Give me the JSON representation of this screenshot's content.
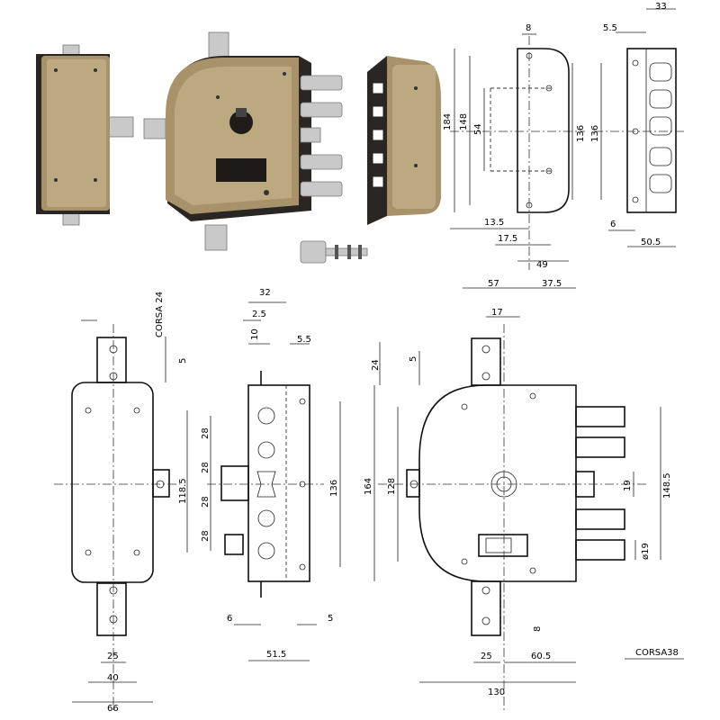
{
  "dims_top_front": {
    "d8": "8",
    "d148": "148",
    "d184": "184",
    "d54": "54",
    "d136": "136",
    "d13_5": "13.5",
    "d17_5": "17.5",
    "d49": "49"
  },
  "dims_top_side": {
    "d33": "33",
    "d5_5": "5.5",
    "d136": "136",
    "d6": "6",
    "d50_5": "50.5"
  },
  "dims_keeper": {
    "corsa": "CORSA 24",
    "d5": "5",
    "d118_5": "118.5",
    "d25": "25",
    "d40": "40",
    "d66": "66"
  },
  "dims_middle": {
    "d32": "32",
    "d2_5": "2.5",
    "d10": "10",
    "d5_5": "5.5",
    "d28a": "28",
    "d28b": "28",
    "d28c": "28",
    "d28d": "28",
    "d136": "136",
    "d6": "6",
    "d5": "5",
    "d51_5": "51.5"
  },
  "dims_main": {
    "d57": "57",
    "d37_5": "37.5",
    "d17": "17",
    "d24": "24",
    "d5": "5",
    "d164": "164",
    "d128": "128",
    "d19a": "19",
    "d148_5": "148.5",
    "d19b": "ø19",
    "d25": "25",
    "d8": "8",
    "d60_5": "60.5",
    "corsa": "CORSA38",
    "d130": "130"
  },
  "colors": {
    "bronze": "#a8926a",
    "dark": "#2a2623",
    "steel": "#c9c9c9"
  }
}
